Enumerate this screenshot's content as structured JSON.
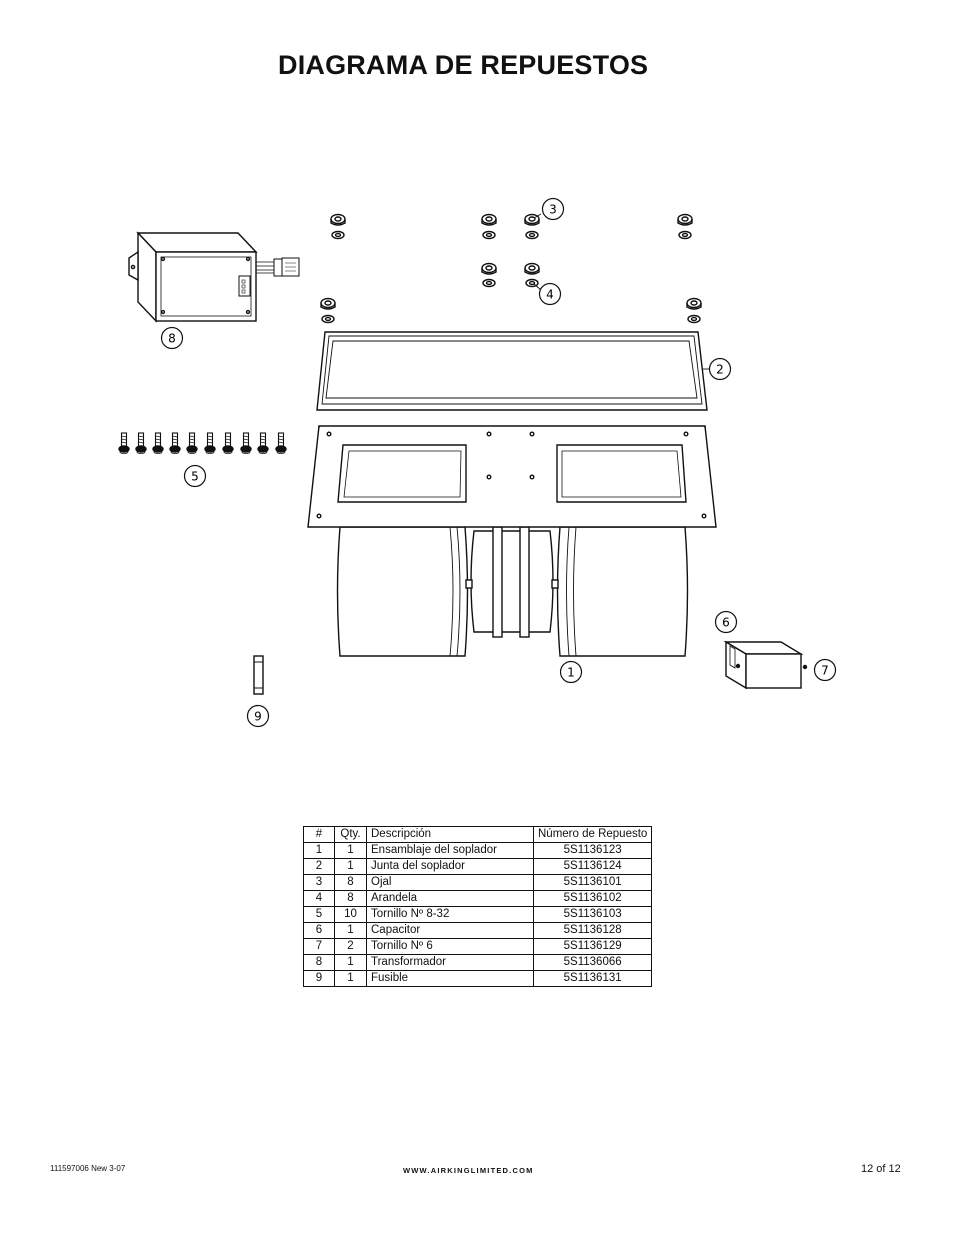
{
  "title": "DIAGRAMA DE REPUESTOS",
  "callouts": [
    "1",
    "2",
    "3",
    "4",
    "5",
    "6",
    "7",
    "8",
    "9"
  ],
  "table": {
    "headers": [
      "#",
      "Qty.",
      "Descripción",
      "Número de Repuesto"
    ],
    "rows": [
      [
        "1",
        "1",
        "Ensamblaje del soplador",
        "5S1136123"
      ],
      [
        "2",
        "1",
        "Junta del soplador",
        "5S1136124"
      ],
      [
        "3",
        "8",
        "Ojal",
        "5S1136101"
      ],
      [
        "4",
        "8",
        "Arandela",
        "5S1136102"
      ],
      [
        "5",
        "10",
        "Tornillo Nº 8-32",
        "5S1136103"
      ],
      [
        "6",
        "1",
        "Capacitor",
        "5S1136128"
      ],
      [
        "7",
        "2",
        "Tornillo Nº 6",
        "5S1136129"
      ],
      [
        "8",
        "1",
        "Transformador",
        "5S1136066"
      ],
      [
        "9",
        "1",
        "Fusible",
        "5S1136131"
      ]
    ]
  },
  "footer": {
    "doc_number": "111597006 New 3-07",
    "website": "WWW.AIRKINGLIMITED.COM",
    "page": "12 of 12"
  }
}
